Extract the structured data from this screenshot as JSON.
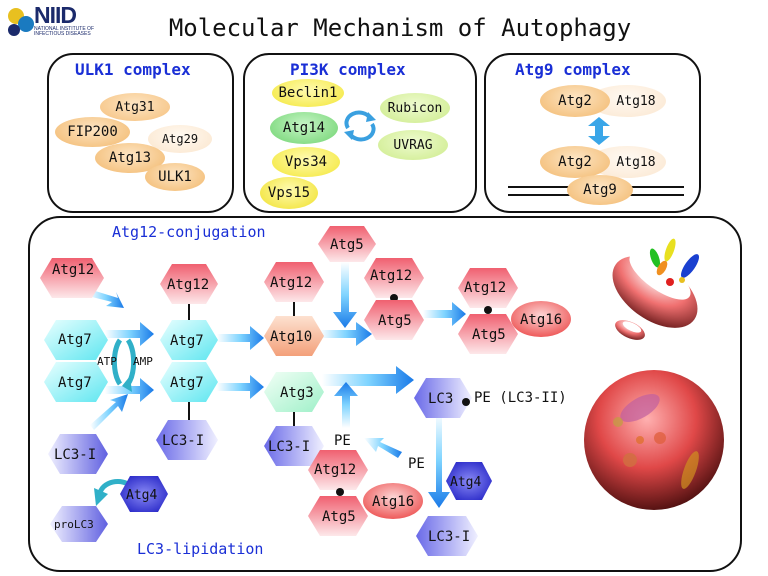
{
  "logo": {
    "name": "NIID",
    "subtitle": "NATIONAL INSTITUTE OF INFECTIOUS DISEASES",
    "colors": [
      "#1b2a6b",
      "#e8c020",
      "#1a7ac0"
    ]
  },
  "title": "Molecular Mechanism of Autophagy",
  "ulk1": {
    "title": "ULK1 complex",
    "atg31": "Atg31",
    "fip200": "FIP200",
    "atg29": "Atg29",
    "atg13": "Atg13",
    "ulk1": "ULK1"
  },
  "pi3k": {
    "title": "PI3K complex",
    "beclin1": "Beclin1",
    "atg14": "Atg14",
    "vps34": "Vps34",
    "vps15": "Vps15",
    "rubicon": "Rubicon",
    "uvrag": "UVRAG"
  },
  "atg9": {
    "title": "Atg9 complex",
    "atg2_top": "Atg2",
    "atg18_top": "Atg18",
    "atg2_bot": "Atg2",
    "atg18_bot": "Atg18",
    "atg9": "Atg9"
  },
  "main": {
    "conj_title": "Atg12-conjugation",
    "lipid_title": "LC3-lipidation",
    "atg12_a": "Atg12",
    "atg7_a": "Atg7",
    "atg7_b": "Atg7",
    "atp": "ATP",
    "amp": "AMP",
    "atg12_b": "Atg12",
    "atg7_c": "Atg7",
    "atg7_d": "Atg7",
    "lc3i_a": "LC3-I",
    "atg12_c": "Atg12",
    "atg10": "Atg10",
    "atg3": "Atg3",
    "lc3i_b": "LC3-I",
    "atg5_a": "Atg5",
    "atg12_d": "Atg12",
    "atg5_b": "Atg5",
    "atg12_e": "Atg12",
    "atg5_c": "Atg5",
    "atg16_a": "Atg16",
    "lc3_pe": "LC3",
    "pe_label": "PE (LC3-II)",
    "lc3i_c": "LC3-I",
    "atg4_a": "Atg4",
    "prolc3": "proLC3",
    "pe_a": "PE",
    "pe_b": "PE",
    "atg12_f": "Atg12",
    "atg5_d": "Atg5",
    "atg16_b": "Atg16",
    "atg4_b": "Atg4",
    "lc3i_d": "LC3-I"
  }
}
